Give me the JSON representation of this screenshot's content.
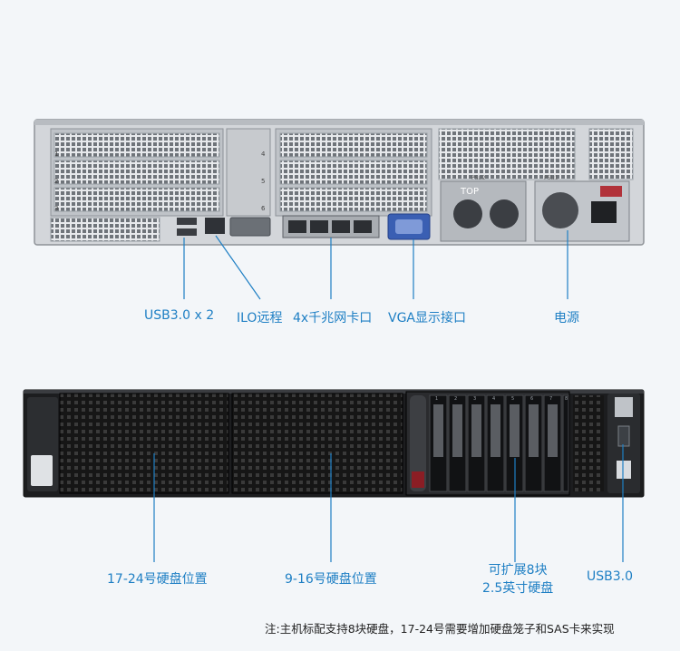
{
  "rear_labels": {
    "usb": "USB3.0 x 2",
    "ilo": "ILO远程",
    "nic": "4x千兆网卡口",
    "vga": "VGA显示接口",
    "power": "电源"
  },
  "front_labels": {
    "bays_17_24": "17-24号硬盘位置",
    "bays_9_16": "9-16号硬盘位置",
    "expand_line1": "可扩展8块",
    "expand_line2": "2.5英寸硬盘",
    "usb": "USB3.0"
  },
  "footnote": "注:主机标配支持8块硬盘，17-24号需要增加硬盘笼子和SAS卡来实现",
  "device_marks": {
    "top_text": "TOP",
    "psu1": "PSU1",
    "psu2": "PSU2",
    "slot_ids": [
      "1",
      "2",
      "3",
      "4",
      "5",
      "6"
    ],
    "bay_ids": [
      "1",
      "2",
      "3",
      "4",
      "5",
      "6",
      "7",
      "8"
    ]
  },
  "colors": {
    "label": "#1e7fc4",
    "chassis": "#2b2b2b",
    "steel": "#c9ccd0"
  }
}
